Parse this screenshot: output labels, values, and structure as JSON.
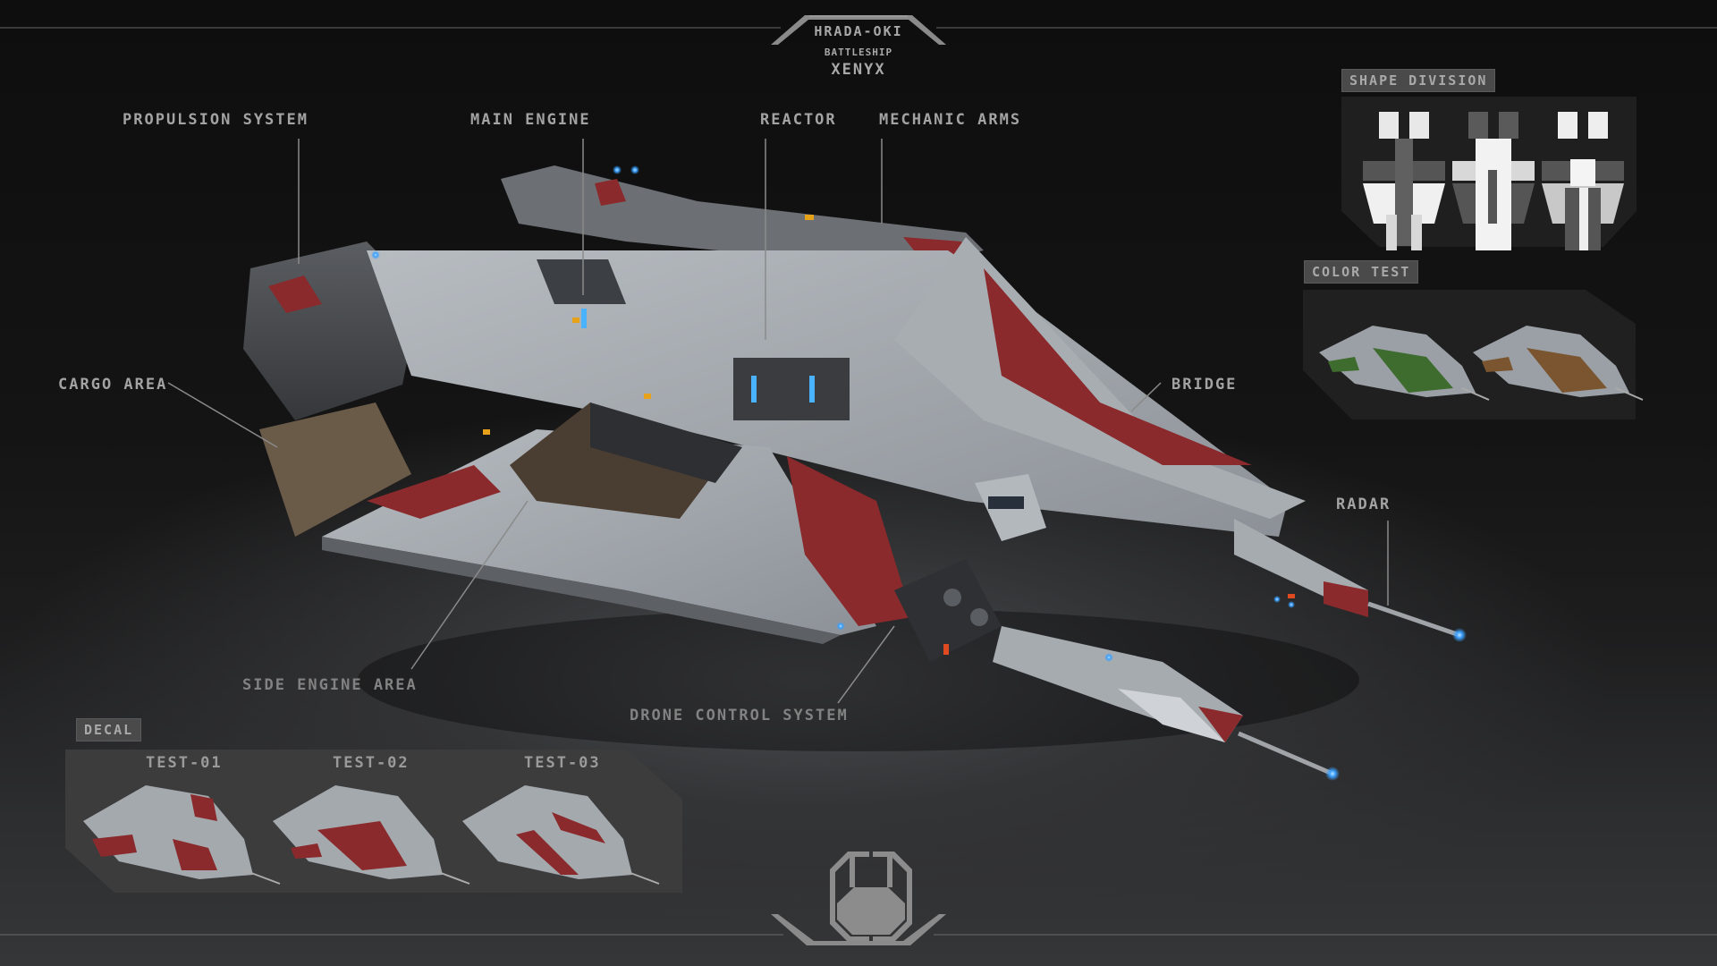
{
  "header": {
    "maker": "HRADA-OKI",
    "ship_class": "BATTLESHIP",
    "ship_name": "XENYX"
  },
  "callouts": {
    "propulsion": "PROPULSION SYSTEM",
    "main_engine": "MAIN ENGINE",
    "reactor": "REACTOR",
    "mechanic_arms": "MECHANIC ARMS",
    "cargo": "CARGO AREA",
    "bridge": "BRIDGE",
    "radar": "RADAR",
    "side_engine": "SIDE ENGINE AREA",
    "drone_control": "DRONE CONTROL SYSTEM"
  },
  "shape_division": {
    "title": "SHAPE DIVISION",
    "views": [
      "view-1",
      "view-2",
      "view-3"
    ]
  },
  "color_test": {
    "title": "COLOR TEST",
    "variants": [
      {
        "name": "green",
        "accent": "#3e6b2e"
      },
      {
        "name": "brown",
        "accent": "#7a5530"
      }
    ]
  },
  "decal": {
    "title": "DECAL",
    "tests": [
      {
        "label": "TEST-01"
      },
      {
        "label": "TEST-02"
      },
      {
        "label": "TEST-03"
      }
    ]
  },
  "colors": {
    "hull": "#9ea3a8",
    "hull_dark": "#55585c",
    "accent_red": "#8a2a2c",
    "light_blue": "#3aa0ff",
    "light_amber": "#e8a21a"
  }
}
